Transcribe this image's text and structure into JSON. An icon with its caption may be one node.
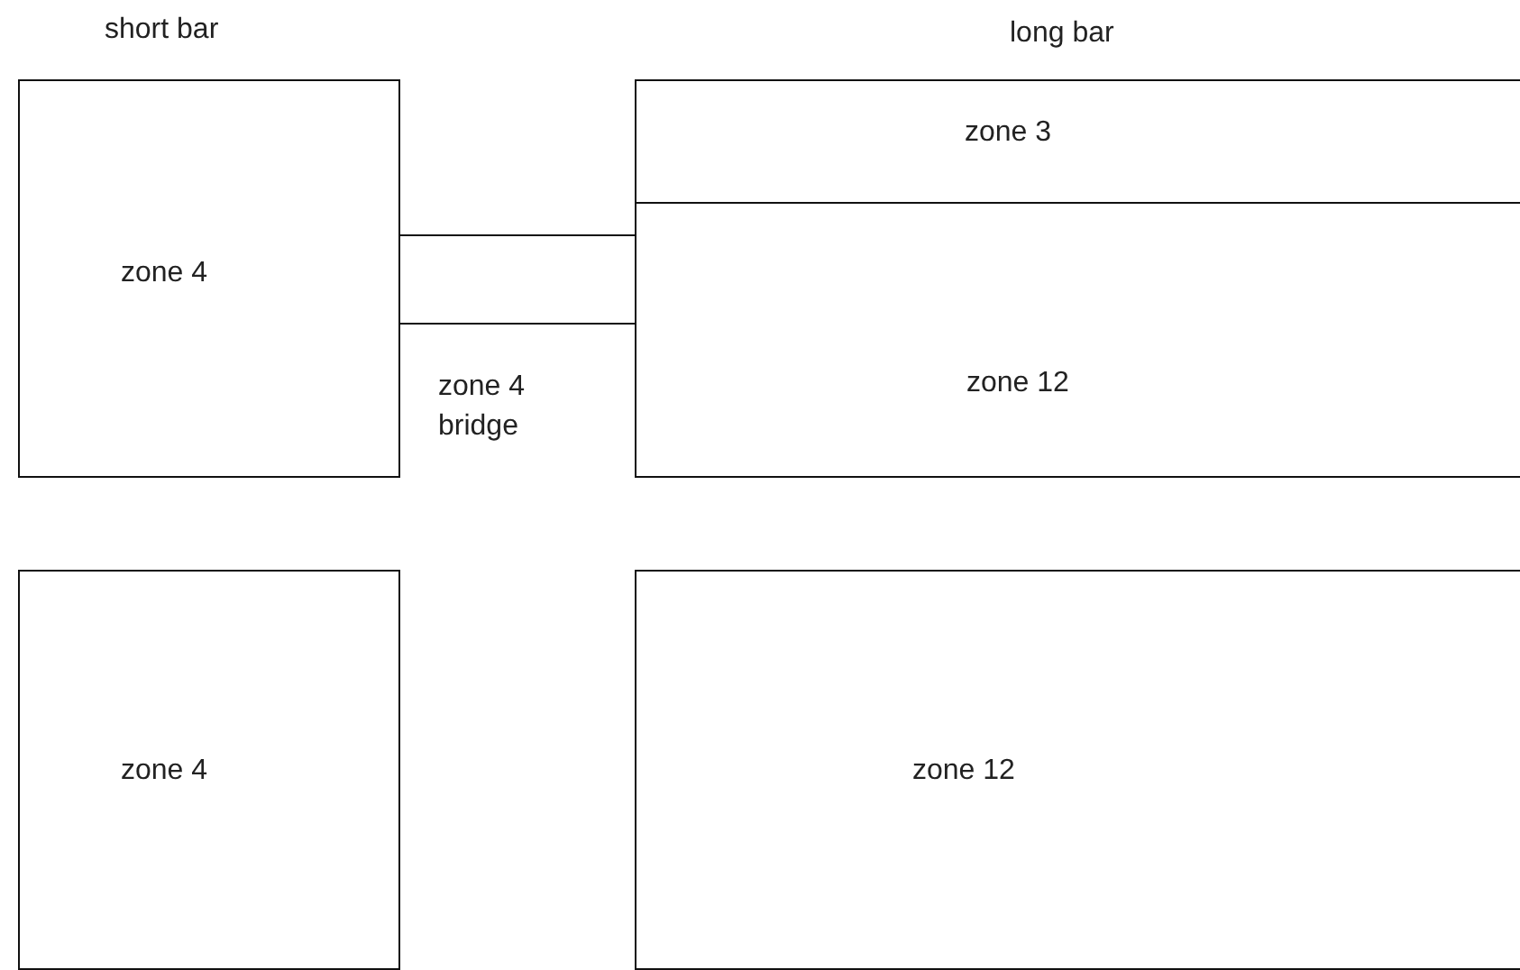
{
  "diagram": {
    "nodes": [
      {
        "text": [
          "zone 4"
        ]
      },
      {
        "text": [
          "zone 3"
        ]
      },
      {
        "text": [
          "zone 12"
        ]
      },
      {
        "text": [
          "zone 4 bridge"
        ]
      },
      {
        "text": [
          "zone 4"
        ]
      },
      {
        "text": [
          "zone 12"
        ]
      }
    ],
    "labels": [
      "short bar",
      "long bar"
    ]
  }
}
